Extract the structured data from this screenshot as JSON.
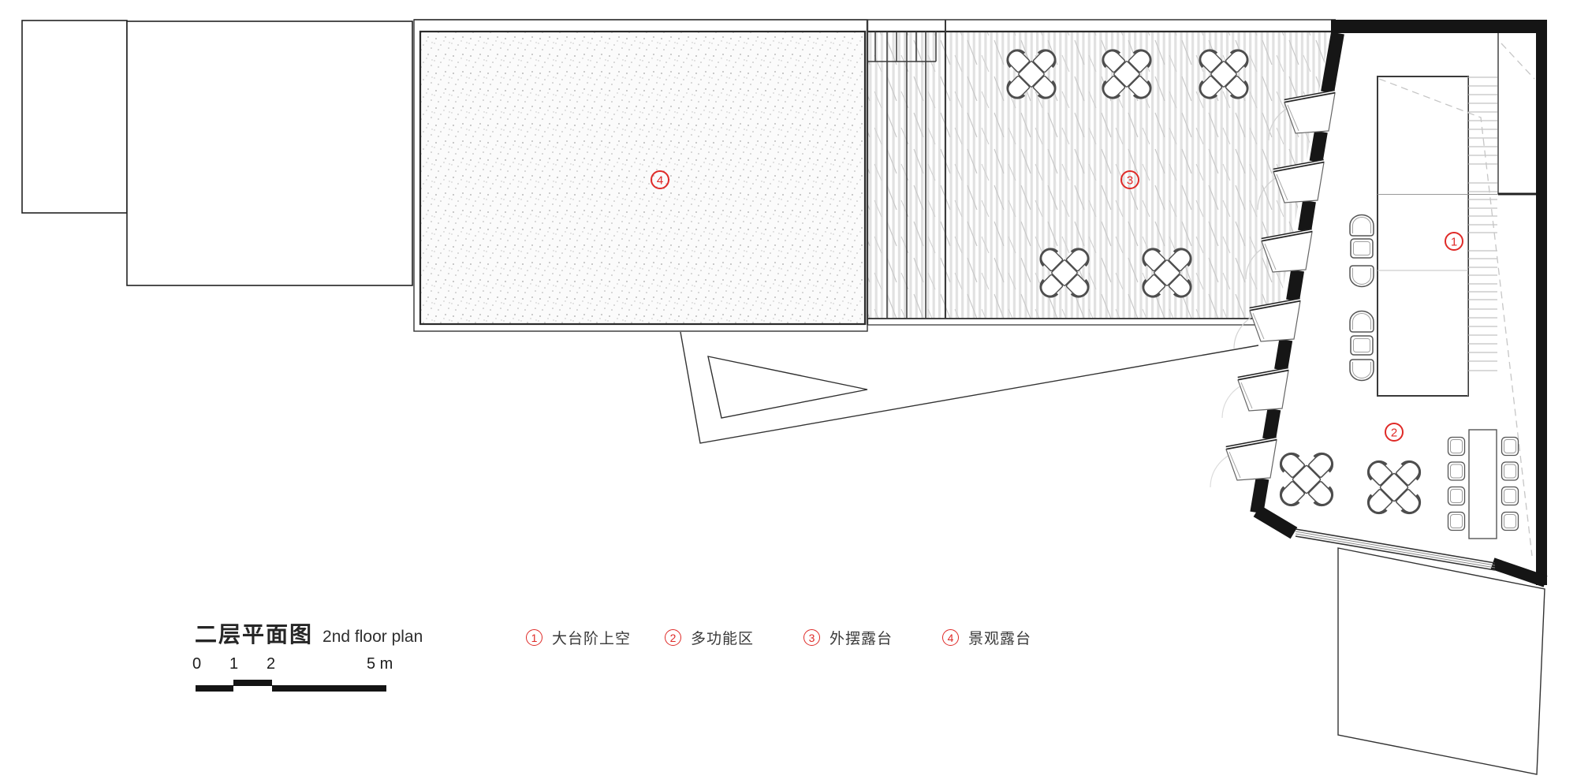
{
  "title": {
    "zh": "二层平面图",
    "en": "2nd floor plan"
  },
  "scale_bar": {
    "tick0": "0",
    "tick1": "1",
    "tick2": "2",
    "end": "5 m"
  },
  "legend": [
    {
      "num": "1",
      "label": "大台阶上空"
    },
    {
      "num": "2",
      "label": "多功能区"
    },
    {
      "num": "3",
      "label": "外摆露台"
    },
    {
      "num": "4",
      "label": "景观露台"
    }
  ],
  "colors": {
    "accent_red": "#df2a27",
    "wall_black": "#151515",
    "line_dark": "#333333"
  }
}
